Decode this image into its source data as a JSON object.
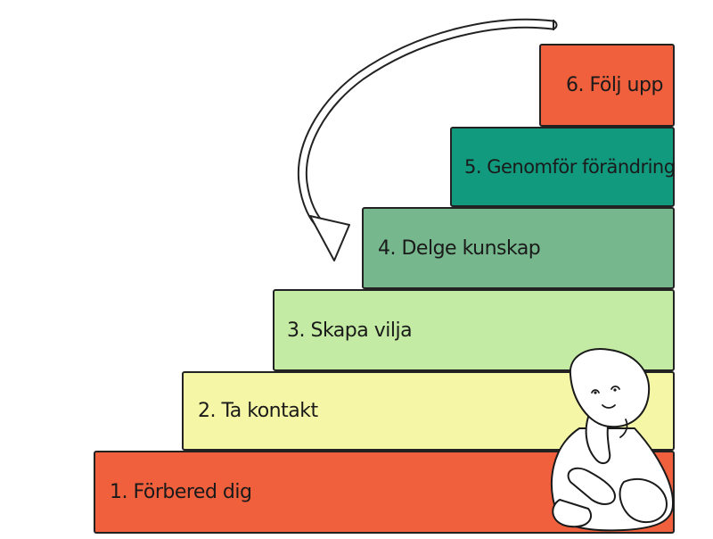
{
  "steps": [
    {
      "label": "1. Förbered dig",
      "color": "#f0603c"
    },
    {
      "label": "2. Ta kontakt",
      "color": "#f6f7a6"
    },
    {
      "label": "3. Skapa vilja",
      "color": "#c3eba3"
    },
    {
      "label": "4. Delge kunskap",
      "color": "#76b78d"
    },
    {
      "label": "5. Genomför förändring",
      "color": "#129a7f"
    },
    {
      "label": "6. Följ upp",
      "color": "#f0603c"
    }
  ],
  "arrow_icon": "curved-arrow-icon",
  "figure_icon": "thinking-baby-icon"
}
